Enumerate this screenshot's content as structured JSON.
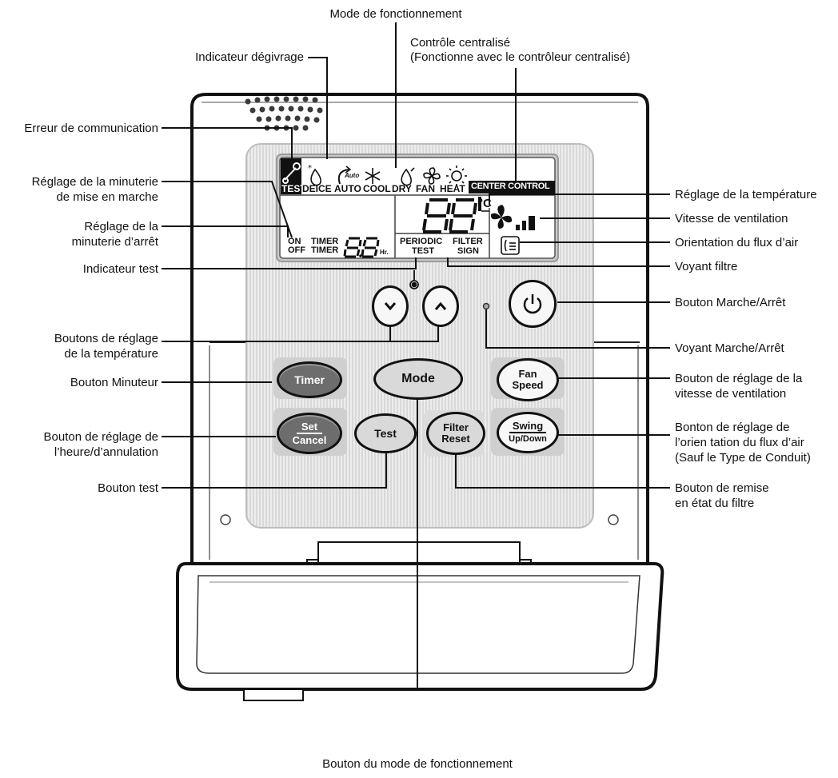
{
  "labels": {
    "mode_operation": "Mode de fonctionnement",
    "central_control_1": "Contrôle centralisé",
    "central_control_2": "(Fonctionne avec le contrôleur centralisé)",
    "defrost": "Indicateur dégivrage",
    "comm_error": "Erreur de communication",
    "on_timer_1": "Réglage de la minuterie",
    "on_timer_2": "de mise en marche",
    "off_timer_1": "Réglage de la",
    "off_timer_2": "minuterie d’arrêt",
    "test_indicator": "Indicateur test",
    "temp_buttons_1": "Boutons de réglage",
    "temp_buttons_2": "de la température",
    "timer_button": "Bouton Minuteur",
    "set_cancel_1": "Bouton de réglage de",
    "set_cancel_2": "l’heure/d’annulation",
    "test_button": "Bouton test",
    "temp_setting": "Réglage de la température",
    "fan_speed": "Vitesse de ventilation",
    "airflow_dir": "Orientation du flux d’air",
    "filter_light": "Voyant filtre",
    "power_button": "Bouton Marche/Arrêt",
    "power_light": "Voyant Marche/Arrêt",
    "fan_speed_btn_1": "Bouton de réglage de la",
    "fan_speed_btn_2": "vitesse de ventilation",
    "swing_btn_1": "Bonton de réglage de",
    "swing_btn_2": "l’orien tation du flux d’air",
    "swing_btn_3": "(Sauf le Type de Conduit)",
    "filter_reset_1": "Bouton de remise",
    "filter_reset_2": "en état du filtre",
    "mode_button": "Bouton du mode de fonctionnement"
  },
  "lcd": {
    "test": "TEST",
    "deice": "DEICE",
    "auto_word": "AUTO",
    "auto_icon": "Auto",
    "cool": "COOL",
    "dry": "DRY",
    "fan": "FAN",
    "heat": "HEAT",
    "center_control": "CENTER CONTROL",
    "temp_digits": "88",
    "temp_unit": "°C",
    "on": "ON",
    "off": "OFF",
    "timer": "TIMER",
    "timer_digits": "8.8",
    "hr": "Hr.",
    "periodic": "PERIODIC",
    "test2": "TEST",
    "filter": "FILTER",
    "sign": "SIGN"
  },
  "buttons": {
    "timer": "Timer",
    "mode": "Mode",
    "fan": "Fan",
    "speed": "Speed",
    "set": "Set",
    "cancel": "Cancel",
    "test": "Test",
    "filter": "Filter",
    "reset": "Reset",
    "swing": "Swing",
    "updown": "Up/Down"
  },
  "icons": {
    "wrench": "wrench-icon",
    "droplet": "droplet-icon",
    "snowflake": "snowflake-icon",
    "fan": "fan-icon",
    "sun": "sun-icon",
    "power": "power-icon",
    "thermometer": "thermometer-icon"
  }
}
